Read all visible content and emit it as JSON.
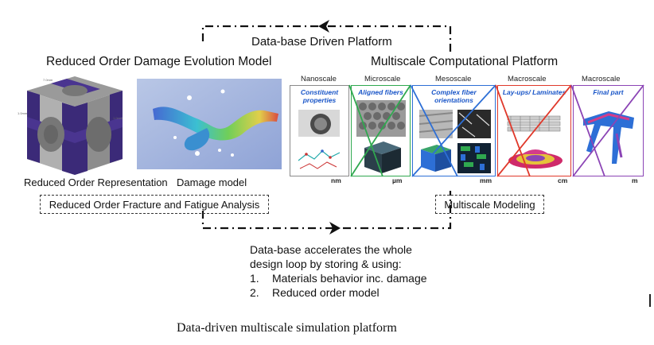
{
  "loop_title": "Data-base Driven Platform",
  "left": {
    "title": "Reduced Order Damage Evolution Model",
    "cube_label": "Reduced Order Representation",
    "damage_label": "Damage model",
    "box_label": "Reduced Order Fracture and Fatigue Analysis"
  },
  "right": {
    "title": "Multiscale Computational Platform",
    "scales": [
      {
        "heading": "Nanoscale",
        "panel_title": "Constituent properties",
        "unit": "nm",
        "color": "#8a8a8a"
      },
      {
        "heading": "Microscale",
        "panel_title": "Aligned fibers",
        "unit": "µm",
        "color": "#2fa84f"
      },
      {
        "heading": "Mesoscale",
        "panel_title": "Complex fiber orientations",
        "unit": "mm",
        "color": "#2d6fd6"
      },
      {
        "heading": "Macroscale",
        "panel_title": "Lay-ups/ Laminates",
        "unit": "cm",
        "color": "#e0392b"
      },
      {
        "heading": "Macroscale",
        "panel_title": "Final part",
        "unit": "m",
        "color": "#8b44b5"
      }
    ],
    "box_label": "Multiscale Modeling"
  },
  "notes": {
    "intro": "Data-base accelerates the whole",
    "intro2": "design loop by storing & using:",
    "items": [
      {
        "num": "1.",
        "text": "Materials behavior inc. damage"
      },
      {
        "num": "2.",
        "text": "Reduced order model"
      }
    ]
  },
  "caption": "Data-driven multiscale simulation platform"
}
